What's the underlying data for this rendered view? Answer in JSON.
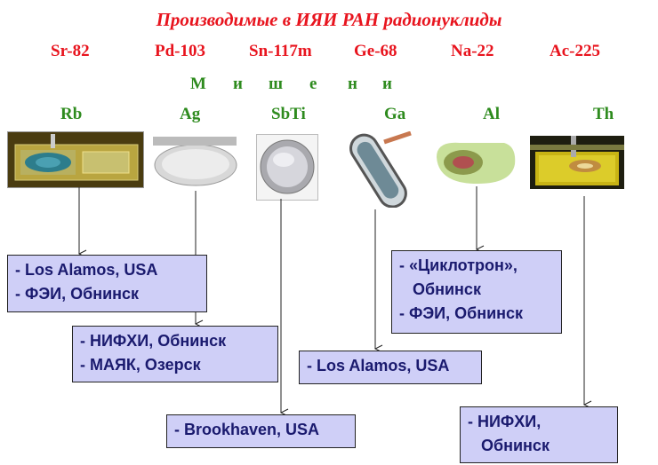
{
  "title": "Производимые в ИЯИ РАН радионуклиды",
  "nuclides": [
    "Sr-82",
    "Pd-103",
    "Sn-117m",
    "Ge-68",
    "Na-22",
    "Ac-225"
  ],
  "targets_heading": [
    "М",
    "и",
    "ш",
    "е",
    "н",
    "и"
  ],
  "targets": [
    "Rb",
    "Ag",
    "SbTi",
    "Ga",
    "Al",
    "Th"
  ],
  "boxes": {
    "rb": [
      "- Los Alamos, USA",
      "- ФЭИ, Обнинск"
    ],
    "ag": [
      "- НИФХИ, Обнинск",
      "- МАЯК, Озерск"
    ],
    "sbti": [
      "- Brookhaven, USA"
    ],
    "ga": [
      "- Los Alamos, USA"
    ],
    "al": [
      "- «Циклотрон»,",
      "   Обнинск",
      "- ФЭИ, Обнинск"
    ],
    "th": [
      "- НИФХИ,",
      "   Обнинск"
    ]
  },
  "colors": {
    "title": "#e8141e",
    "target": "#2e8b1e",
    "box_bg": "#cfcff7",
    "box_text": "#1a1a6e"
  }
}
